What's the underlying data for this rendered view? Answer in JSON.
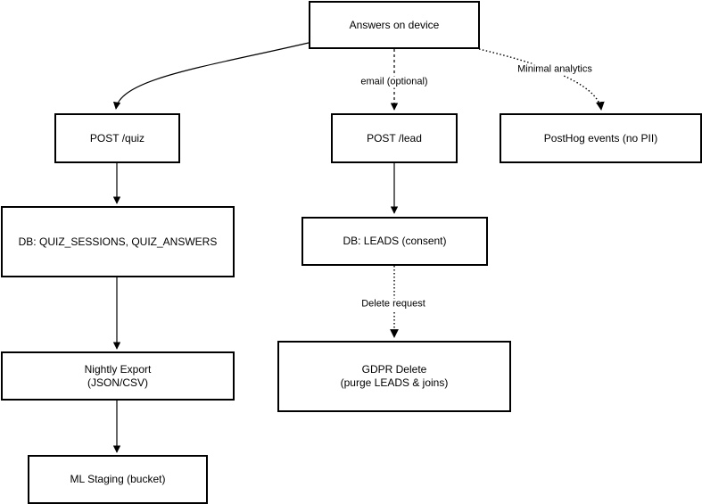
{
  "nodes": {
    "answers": {
      "lines": [
        "Answers on device"
      ]
    },
    "post_quiz": {
      "lines": [
        "POST /quiz"
      ]
    },
    "post_lead": {
      "lines": [
        "POST /lead"
      ]
    },
    "posthog": {
      "lines": [
        "PostHog events (no PII)"
      ]
    },
    "db_quiz": {
      "lines": [
        "DB: QUIZ_SESSIONS, QUIZ_ANSWERS"
      ]
    },
    "db_leads": {
      "lines": [
        "DB: LEADS (consent)"
      ]
    },
    "export": {
      "lines": [
        "Nightly Export",
        "(JSON/CSV)"
      ]
    },
    "gdpr": {
      "lines": [
        "GDPR Delete",
        "(purge LEADS & joins)"
      ]
    },
    "ml": {
      "lines": [
        "ML Staging (bucket)"
      ]
    }
  },
  "edges": [
    {
      "from": "answers",
      "to": "post_quiz",
      "style": "solid",
      "label": ""
    },
    {
      "from": "answers",
      "to": "post_lead",
      "style": "dashed",
      "label": "email (optional)"
    },
    {
      "from": "answers",
      "to": "posthog",
      "style": "dotted",
      "label": "Minimal analytics"
    },
    {
      "from": "post_quiz",
      "to": "db_quiz",
      "style": "solid",
      "label": ""
    },
    {
      "from": "post_lead",
      "to": "db_leads",
      "style": "solid",
      "label": ""
    },
    {
      "from": "db_quiz",
      "to": "export",
      "style": "solid",
      "label": ""
    },
    {
      "from": "db_leads",
      "to": "gdpr",
      "style": "dotted",
      "label": "Delete request"
    },
    {
      "from": "export",
      "to": "ml",
      "style": "solid",
      "label": ""
    }
  ]
}
